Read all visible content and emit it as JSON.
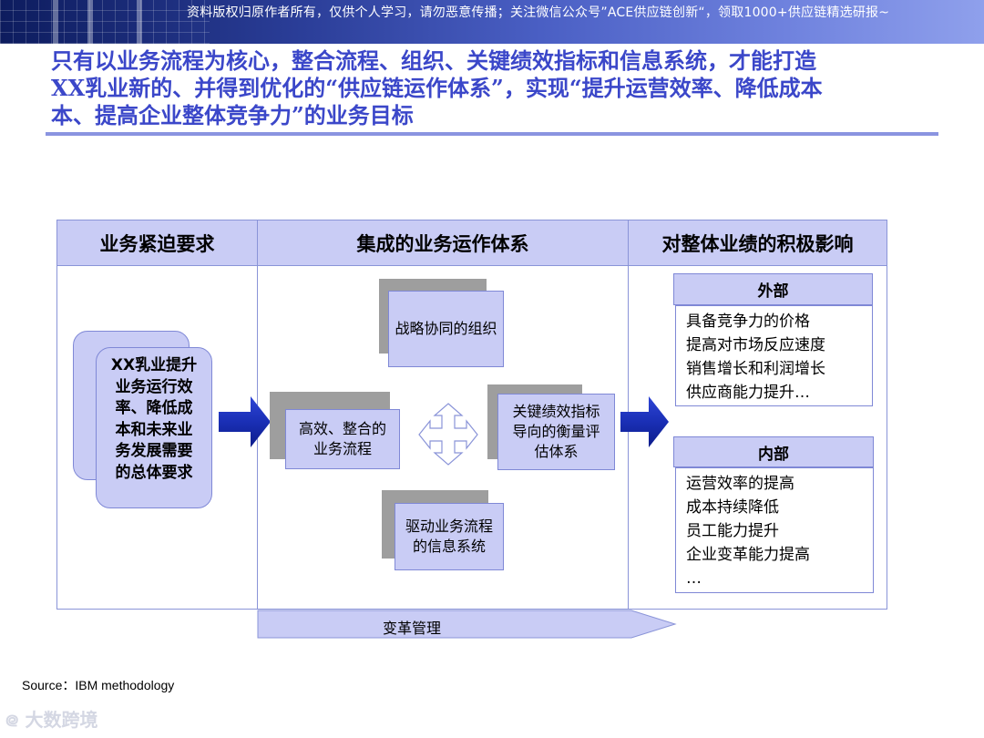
{
  "banner": {
    "note": "资料版权归原作者所有，仅供个人学习，请勿恶意传播；关注微信公众号”ACE供应链创新“，领取1000+供应链精选研报~"
  },
  "headline": {
    "line1": "只有以业务流程为核心，整合流程、组织、关键绩效指标和信息系统，才能打造",
    "line2": "XX乳业新的、并得到优化的“供应链运作体系”，实现“提升运营效率、降低成本",
    "line3": "本、提高企业整体竞争力”的业务目标"
  },
  "columns": {
    "left": "业务紧迫要求",
    "center": "集成的业务运作体系",
    "right": "对整体业绩的积极影响"
  },
  "left_box": {
    "lines": [
      "XX乳业提升",
      "业务运行效",
      "率、降低成",
      "本和未来业",
      "务发展需要",
      "的总体要求"
    ]
  },
  "center": {
    "top": "战略协同的组织",
    "left": "高效、整合的业务流程",
    "right": "关键绩效指标导向的衡量评估体系",
    "bottom": "驱动业务流程的信息系统"
  },
  "external": {
    "title": "外部",
    "items": [
      "具备竞争力的价格",
      "提高对市场反应速度",
      "销售增长和利润增长",
      "供应商能力提升…"
    ]
  },
  "internal": {
    "title": "内部",
    "items": [
      "运营效率的提高",
      "成本持续降低",
      "员工能力提升",
      "企业变革能力提高",
      "…"
    ]
  },
  "change_mgmt": "变革管理",
  "source": "Source：IBM methodology",
  "watermark": "大数跨境",
  "colors": {
    "headline": "#3b47c9",
    "box_fill": "#c9ccf5",
    "arrow": "#1b2fb8",
    "rule": "#8a94e0"
  }
}
